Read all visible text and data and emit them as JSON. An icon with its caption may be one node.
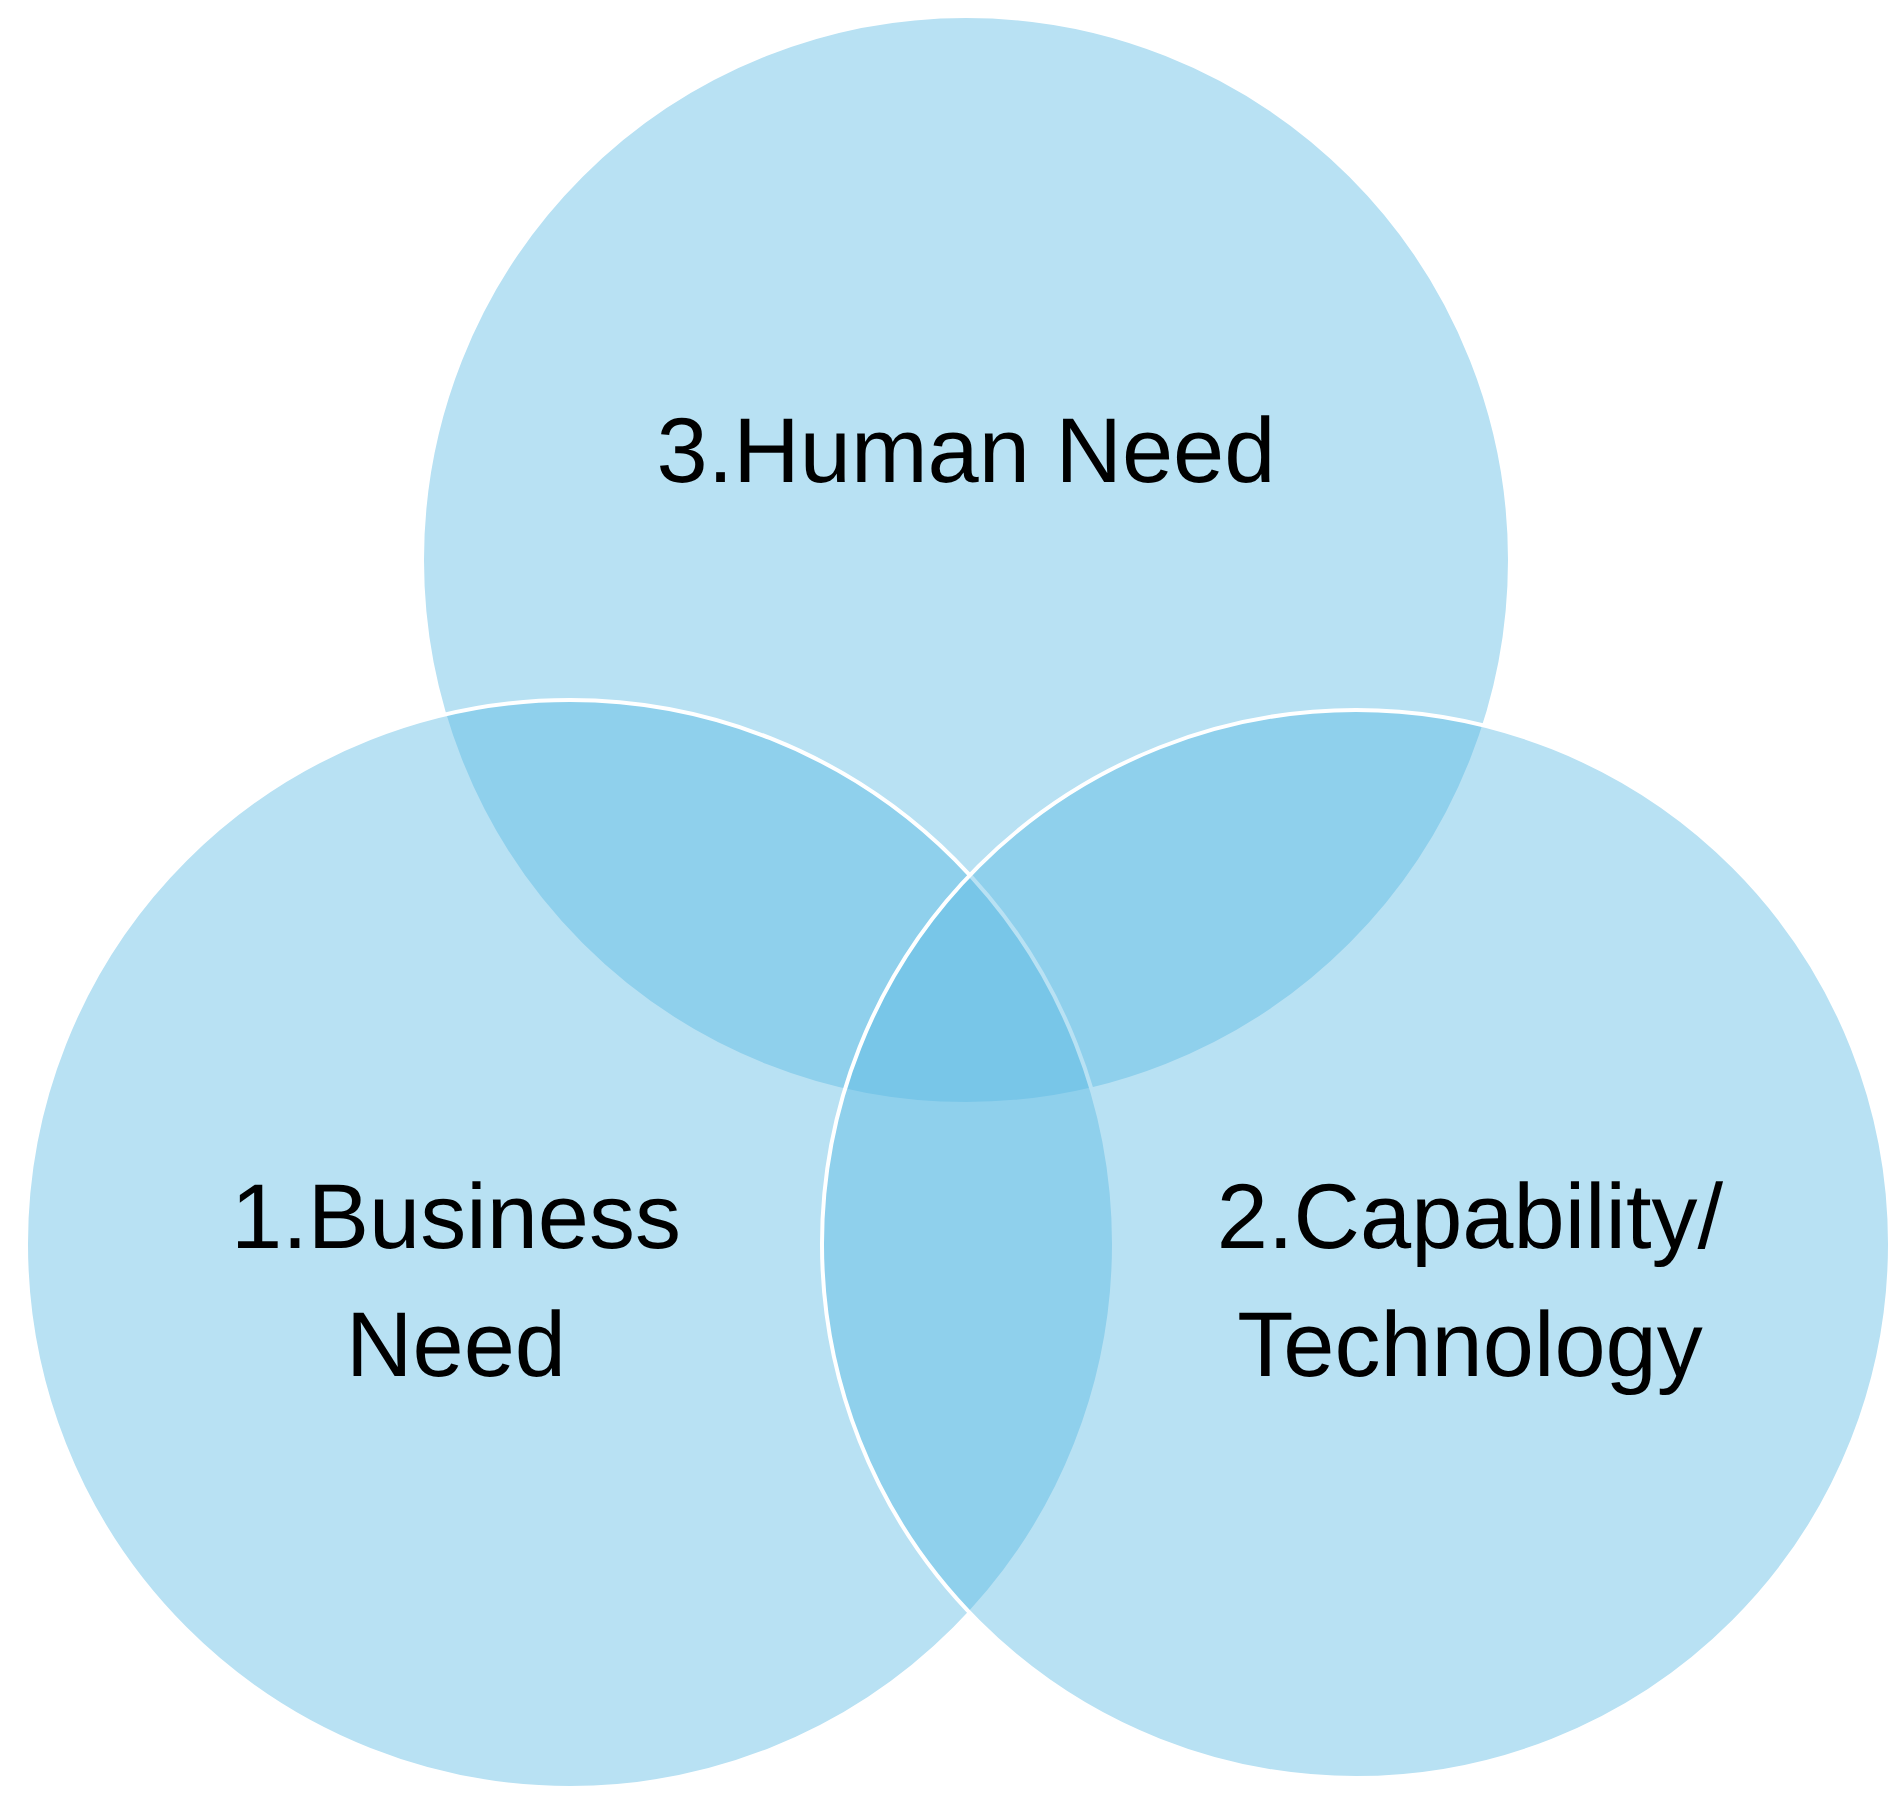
{
  "diagram": {
    "nodes": [
      {
        "text": [
          "3.Human Need"
        ]
      },
      {
        "text": [
          "1.Business Need"
        ]
      },
      {
        "text": [
          "2.Capability/ Technology"
        ]
      }
    ]
  }
}
